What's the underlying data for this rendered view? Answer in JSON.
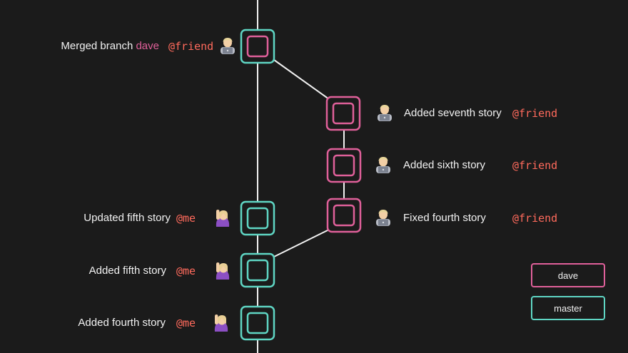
{
  "colors": {
    "background": "#1b1b1b",
    "line": "#f2f2f2",
    "master": "#5fd6c4",
    "dave": "#e0609a",
    "user": "#ff6a5c"
  },
  "legend": {
    "dave": "dave",
    "master": "master"
  },
  "commits": {
    "merged": {
      "text": "Merged branch ",
      "branch": "dave",
      "user": "@friend",
      "emoji": "technologist"
    },
    "seventh": {
      "text": "Added seventh story",
      "user": "@friend",
      "emoji": "technologist"
    },
    "sixth": {
      "text": "Added sixth story",
      "user": "@friend",
      "emoji": "technologist"
    },
    "fixed_fourth": {
      "text": "Fixed fourth story",
      "user": "@friend",
      "emoji": "technologist"
    },
    "updated_fifth": {
      "text": "Updated fifth story",
      "user": "@me",
      "emoji": "raising-hand"
    },
    "added_fifth": {
      "text": "Added fifth story",
      "user": "@me",
      "emoji": "raising-hand"
    },
    "added_fourth": {
      "text": "Added fourth story",
      "user": "@me",
      "emoji": "raising-hand"
    }
  }
}
